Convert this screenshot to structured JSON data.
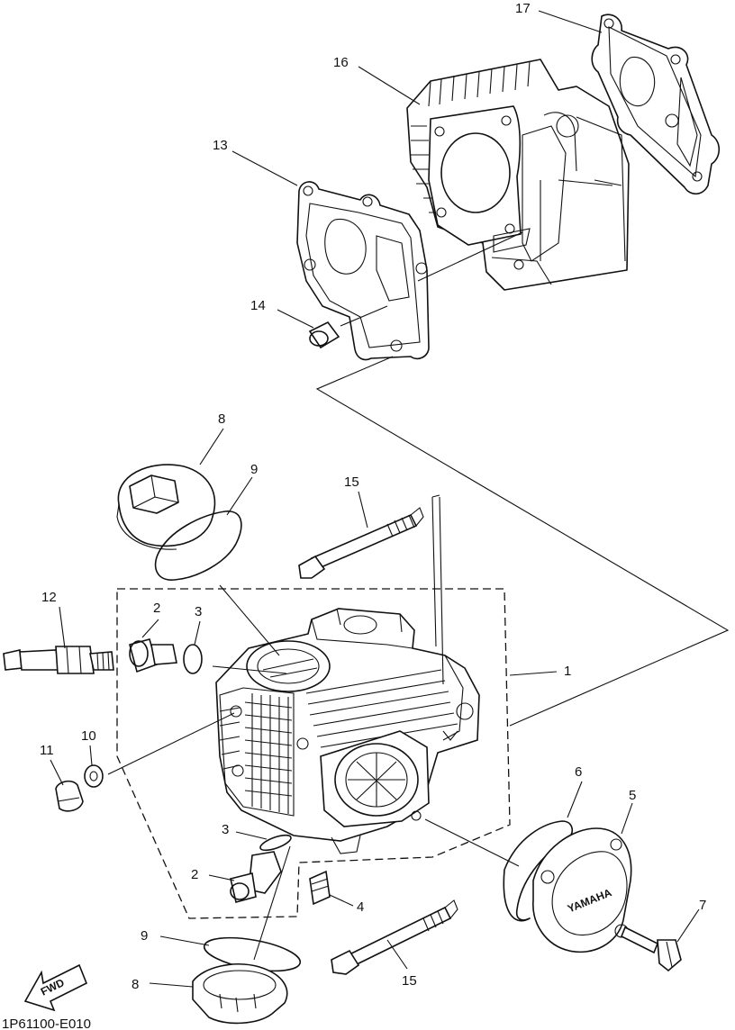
{
  "callouts": [
    {
      "id": "c17",
      "label": "17"
    },
    {
      "id": "c16",
      "label": "16"
    },
    {
      "id": "c13",
      "label": "13"
    },
    {
      "id": "c14",
      "label": "14"
    },
    {
      "id": "c8a",
      "label": "8"
    },
    {
      "id": "c9a",
      "label": "9"
    },
    {
      "id": "c15a",
      "label": "15"
    },
    {
      "id": "c12",
      "label": "12"
    },
    {
      "id": "c2a",
      "label": "2"
    },
    {
      "id": "c3a",
      "label": "3"
    },
    {
      "id": "c1",
      "label": "1"
    },
    {
      "id": "c10",
      "label": "10"
    },
    {
      "id": "c11",
      "label": "11"
    },
    {
      "id": "c6",
      "label": "6"
    },
    {
      "id": "c5",
      "label": "5"
    },
    {
      "id": "c3b",
      "label": "3"
    },
    {
      "id": "c2b",
      "label": "2"
    },
    {
      "id": "c4",
      "label": "4"
    },
    {
      "id": "c7",
      "label": "7"
    },
    {
      "id": "c9b",
      "label": "9"
    },
    {
      "id": "c15b",
      "label": "15"
    },
    {
      "id": "c8b",
      "label": "8"
    }
  ],
  "cover_brand": "YAMAHA",
  "direction_arrow": {
    "label": "FWD",
    "icon": "forward-arrow-icon"
  },
  "diagram_code": "1P61100-E010"
}
